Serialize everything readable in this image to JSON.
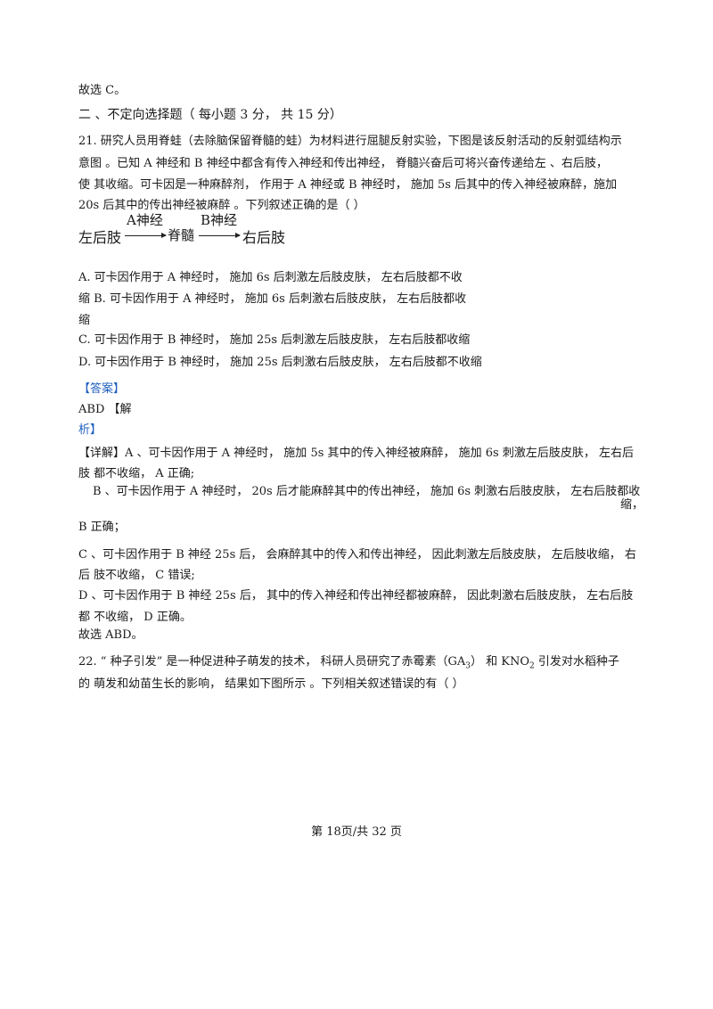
{
  "prev_conclusion": "故选 C。",
  "section_heading": "二 、不定向选择题（ 每小题  3  分， 共  15  分）",
  "q21": {
    "lines": [
      "21. 研究人员用脊蛙（去除脑保留脊髓的蛙）为材料进行屈腿反射实验，下图是该反射活动的反射弧结构示",
      "意图 。已知  A  神经和  B  神经中都含有传入神经和传出神经， 脊髓兴奋后可将兴奋传递给左 、右后肢，",
      "使  其收缩。可卡因是一种麻醉剂， 作用于   A  神经或  B  神经时， 施加   5s  后其中的传入神经被麻醉，施加",
      "20s 后其中的传出神经被麻醉 。下列叙述正确的是（      ）"
    ],
    "diagram": {
      "left": "左后肢",
      "arrow1": "A神经",
      "middle": "脊髓",
      "arrow2": "B神经",
      "right": "右后肢"
    },
    "options": [
      "A.  可卡因作用于  A  神经时， 施加  6s  后刺激左后肢皮肤，  左右后肢都不收",
      "缩 B.  可卡因作用于  A  神经时， 施加  6s  后刺激右后肢皮肤，  左右后肢都收",
      "缩",
      "C.  可卡因作用于  B  神经时， 施加  25s  后刺激左后肢皮肤，  左右后肢都收缩",
      "D.  可卡因作用于  B  神经时， 施加  25s  后刺激右后肢皮肤，  左右后肢都不收缩"
    ],
    "answer_label": "【答案】",
    "answer_line": "ABD 【解",
    "analysis_cont": "析】",
    "detail": [
      "【详解】A 、可卡因作用于 A 神经时， 施加 5s 其中的传入神经被麻醉， 施加 6s 刺激左后肢皮肤， 左右后",
      "肢 都不收缩， A 正确;",
      "B 、可卡因作用于 A 神经时， 20s 后才能麻醉其中的传出神经， 施加 6s 刺激右后肢皮肤，  左右后肢都收",
      "缩，",
      "B 正确；",
      "C 、可卡因作用于 B 神经 25s 后， 会麻醉其中的传入和传出神经， 因此刺激左后肢皮肤， 左后肢收缩， 右",
      "后  肢不收缩， C 错误;",
      "D 、可卡因作用于 B 神经 25s 后， 其中的传入神经和传出神经都被麻醉， 因此刺激右后肢皮肤，  左右后肢",
      "都  不收缩， D 正确。",
      "故选 ABD。"
    ]
  },
  "q22": {
    "line1_a": "22. “ 种子引发” 是一种促进种子萌发的技术， 科研人员研究了赤霉素（GA",
    "line1_sub": "3",
    "line1_b": "）  和  KNO",
    "line1_sub2": "2",
    "line1_c": " 引发对水稻种子",
    "line2": "的  萌发和幼苗生长的影响， 结果如下图所示 。下列相关叙述错误的有（      ）"
  },
  "footer": "第 18页/共 32 页"
}
